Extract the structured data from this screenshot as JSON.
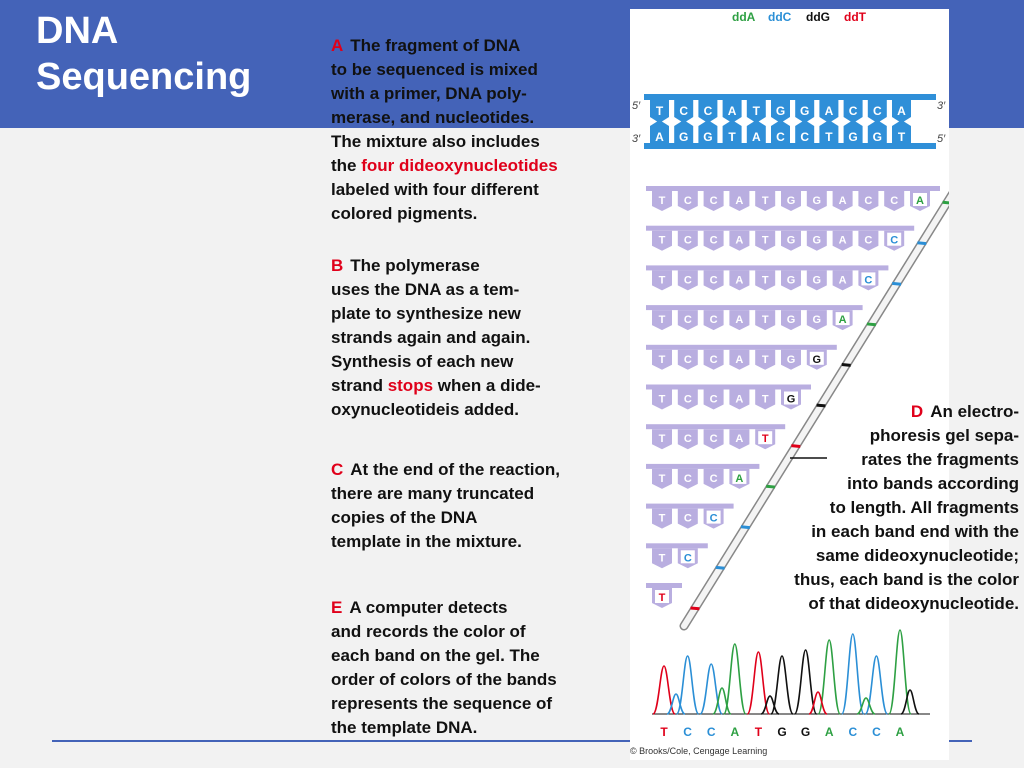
{
  "title": {
    "line1": "DNA",
    "line2": "Sequencing"
  },
  "steps": {
    "a": {
      "letter": "A",
      "l1": "The fragment of DNA",
      "l2": "to be sequenced is mixed",
      "l3": "with a primer, DNA poly-",
      "l4": "merase, and nucleotides.",
      "l5": "The mixture also includes",
      "l6a": "the ",
      "l6b": "four dideoxynucleotides",
      "l7": "labeled with four different",
      "l8": "colored pigments."
    },
    "b": {
      "letter": "B",
      "l1": "The polymerase",
      "l2": "uses the DNA as a tem-",
      "l3": "plate to synthesize new",
      "l4": "strands again and again.",
      "l5": "Synthesis of each new",
      "l6a": "strand ",
      "l6b": "stops",
      "l6c": " when a dide-",
      "l7": "oxynucleotideis added."
    },
    "c": {
      "letter": "C",
      "l1": "At the end of the reaction,",
      "l2": "there are many truncated",
      "l3": "copies of the DNA",
      "l4": "template in the mixture."
    },
    "e": {
      "letter": "E",
      "l1": "A computer detects",
      "l2": "and records the color of",
      "l3": "each band on the gel. The",
      "l4": "order of colors of the bands",
      "l5": "represents the sequence of",
      "l6": "the template DNA."
    },
    "d": {
      "letter": "D",
      "l1": "An electro-",
      "l2": "phoresis gel sepa-",
      "l3": "rates the fragments",
      "l4": "into bands according",
      "l5": "to length. All fragments",
      "l6": "in each band end with the",
      "l7": "same dideoxynucleotide;",
      "l8": "thus, each band is the color",
      "l9": "of that dideoxynucleotide."
    }
  },
  "figure": {
    "legend": [
      "ddA",
      "ddC",
      "ddG",
      "ddT"
    ],
    "colors": {
      "A": "#2ea043",
      "C": "#2b8fd6",
      "G": "#111111",
      "T": "#e0001a",
      "strand": "#2f8fd8",
      "fragment": "#b9aee0"
    },
    "top_strand": [
      "T",
      "C",
      "C",
      "A",
      "T",
      "G",
      "G",
      "A",
      "C",
      "C",
      "A"
    ],
    "bottom_strand": [
      "A",
      "G",
      "G",
      "T",
      "A",
      "C",
      "C",
      "T",
      "G",
      "G",
      "T"
    ],
    "end_labels": {
      "left_top": "5′",
      "left_bottom": "3′",
      "right_top": "3′",
      "right_bottom": "5′"
    },
    "fragments": [
      [
        "T",
        "C",
        "C",
        "A",
        "T",
        "G",
        "G",
        "A",
        "C",
        "C",
        "A"
      ],
      [
        "T",
        "C",
        "C",
        "A",
        "T",
        "G",
        "G",
        "A",
        "C",
        "C"
      ],
      [
        "T",
        "C",
        "C",
        "A",
        "T",
        "G",
        "G",
        "A",
        "C"
      ],
      [
        "T",
        "C",
        "C",
        "A",
        "T",
        "G",
        "G",
        "A"
      ],
      [
        "T",
        "C",
        "C",
        "A",
        "T",
        "G",
        "G"
      ],
      [
        "T",
        "C",
        "C",
        "A",
        "T",
        "G"
      ],
      [
        "T",
        "C",
        "C",
        "A",
        "T"
      ],
      [
        "T",
        "C",
        "C",
        "A"
      ],
      [
        "T",
        "C",
        "C"
      ],
      [
        "T",
        "C"
      ],
      [
        "T"
      ]
    ],
    "gel_bands": [
      "A",
      "C",
      "C",
      "A",
      "G",
      "G",
      "T",
      "A",
      "C",
      "C",
      "T"
    ],
    "read_sequence": [
      "T",
      "C",
      "C",
      "A",
      "T",
      "G",
      "G",
      "A",
      "C",
      "C",
      "A"
    ],
    "credit": "© Brooks/Cole, Cengage Learning"
  }
}
